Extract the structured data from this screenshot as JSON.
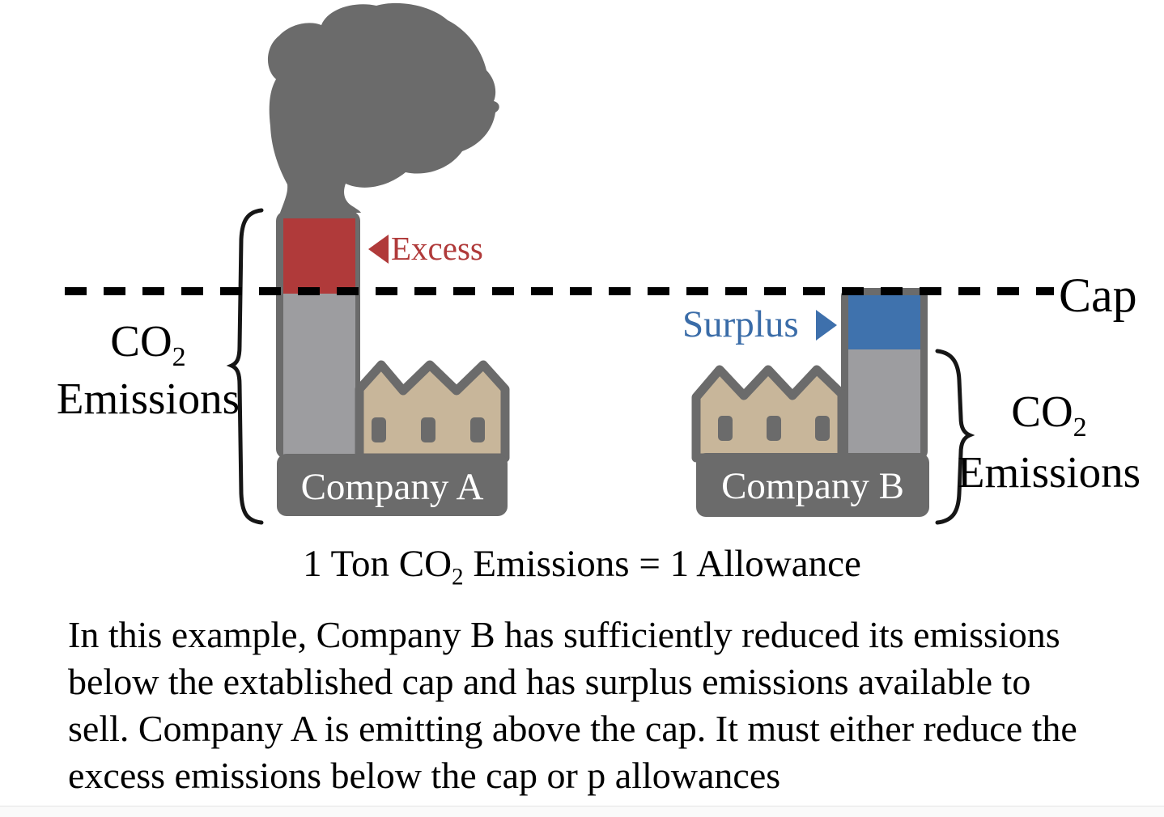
{
  "diagram": {
    "cap_label": "Cap",
    "excess_label": "Excess",
    "surplus_label": "Surplus",
    "co2_left": {
      "main": "CO",
      "sub": "2",
      "line2": "Emissions"
    },
    "co2_right": {
      "main": "CO",
      "sub": "2",
      "line2": "Emissions"
    },
    "company_a_label": "Company A",
    "company_b_label": "Company B",
    "colors": {
      "excess_red": "#b03a3a",
      "surplus_blue": "#3f72ad",
      "surplus_text_blue": "#3a6ca8",
      "smoke_dark_gray": "#6b6b6b",
      "chimney_light_gray": "#9d9da0",
      "factory_tan": "#c8b69a",
      "cap_line_black": "#000000",
      "company_text_white": "#ffffff"
    }
  },
  "equation": {
    "part1": "1 Ton CO",
    "sub": "2",
    "part2": " Emissions = 1 Allowance"
  },
  "paragraph": {
    "lines": [
      "In this example, Company B has sufficiently reduced its emissions",
      "below the extablished cap and has surplus emissions available to",
      "sell. Company A is emitting above the cap. It must either reduce the",
      "excess emissions below the cap or p allowances"
    ]
  }
}
